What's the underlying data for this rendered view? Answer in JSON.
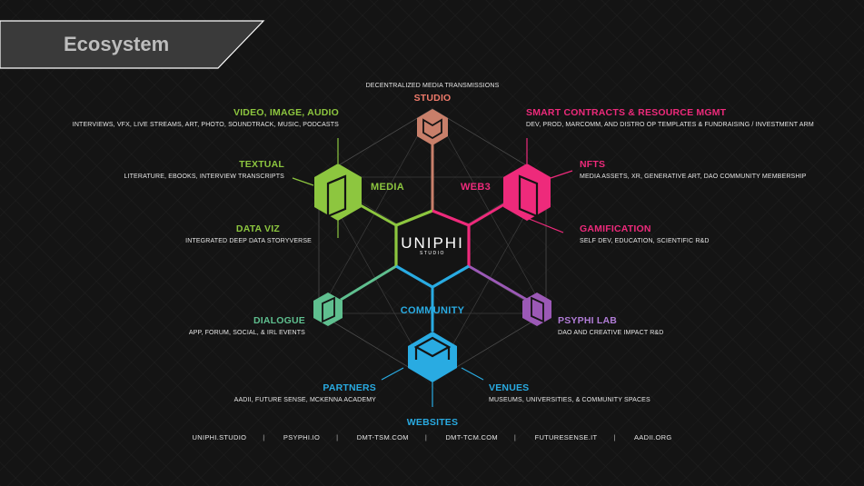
{
  "title": "Ecosystem",
  "logo": {
    "main": "UNIPHI",
    "sub": "STUDIO"
  },
  "colors": {
    "studio": "#c87f6a",
    "media": "#8dc63f",
    "web3": "#ee2a7b",
    "community": "#29abe2",
    "psyphi": "#9b59b6",
    "dialogue": "#5fbf8f"
  },
  "center_labels": {
    "media": "MEDIA",
    "web3": "WEB3",
    "community": "COMMUNITY"
  },
  "studio": {
    "top_text": "DECENTRALIZED MEDIA TRANSMISSIONS",
    "label": "STUDIO"
  },
  "media_items": [
    {
      "title": "VIDEO, IMAGE, AUDIO",
      "desc": "INTERVIEWS, VFX, LIVE STREAMS, ART,  PHOTO,  SOUNDTRACK, MUSIC, PODCASTS"
    },
    {
      "title": "TEXTUAL",
      "desc": "LITERATURE, EBOOKS, INTERVIEW TRANSCRIPTS"
    },
    {
      "title": "DATA VIZ",
      "desc": "INTEGRATED DEEP DATA STORYVERSE"
    }
  ],
  "web3_items": [
    {
      "title": "SMART CONTRACTS & RESOURCE MGMT",
      "desc": "DEV, PROD, MARCOMM, AND DISTRO OP TEMPLATES & FUNDRAISING / INVESTMENT ARM"
    },
    {
      "title": "NFTS",
      "desc": "MEDIA ASSETS, XR, GENERATIVE ART, DAO COMMUNITY MEMBERSHIP"
    },
    {
      "title": "GAMIFICATION",
      "desc": "SELF DEV, EDUCATION, SCIENTIFIC R&D"
    }
  ],
  "dialogue": {
    "title": "DIALOGUE",
    "desc": "APP, FORUM, SOCIAL, & IRL EVENTS"
  },
  "psyphi": {
    "title": "PSYPHI LAB",
    "desc": "DAO AND CREATIVE IMPACT R&D"
  },
  "partners": {
    "title": "PARTNERS",
    "desc": "AADII, FUTURE SENSE,  MCKENNA ACADEMY"
  },
  "venues": {
    "title": "VENUES",
    "desc": "MUSEUMS, UNIVERSITIES, & COMMUNITY SPACES"
  },
  "websites": {
    "title": "WEBSITES",
    "links": [
      "UNIPHI.STUDIO",
      "PSYPHI.IO",
      "DMT-TSM.COM",
      "DMT-TCM.COM",
      "FUTURESENSE.IT",
      "AADII.ORG"
    ],
    "separator": "|"
  }
}
